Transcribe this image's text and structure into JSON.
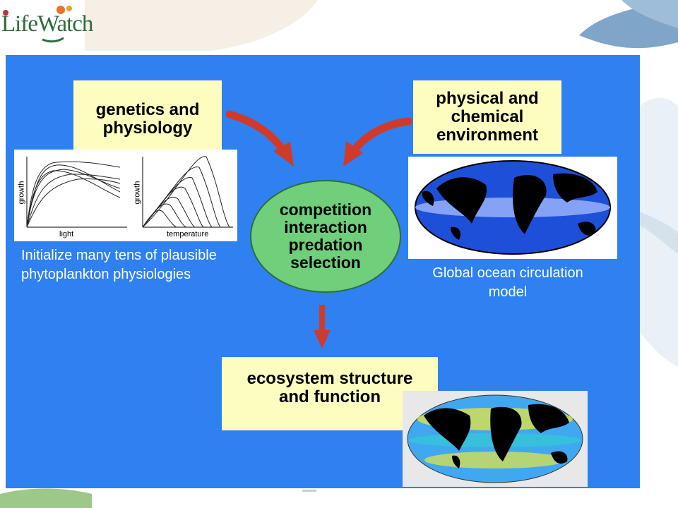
{
  "logo": {
    "text": "LifeWatch"
  },
  "boxes": {
    "genetics": "genetics and physiology",
    "physical": "physical and chemical environment",
    "ecosystem": "ecosystem structure and function"
  },
  "center": [
    "competition",
    "interaction",
    "predation",
    "selection"
  ],
  "graphs": {
    "left": {
      "ylabel": "growth",
      "xlabel": "light"
    },
    "right": {
      "ylabel": "growth",
      "xlabel": "temperature"
    }
  },
  "captions": {
    "left": "Initialize many tens of plausible phytoplankton physiologies",
    "right": "Global ocean circulation model"
  },
  "colors": {
    "panel": "#2f80f0",
    "note": "#fdfdc0",
    "ellipse": "#6fcf7a",
    "arrow": "#d03a2a"
  }
}
